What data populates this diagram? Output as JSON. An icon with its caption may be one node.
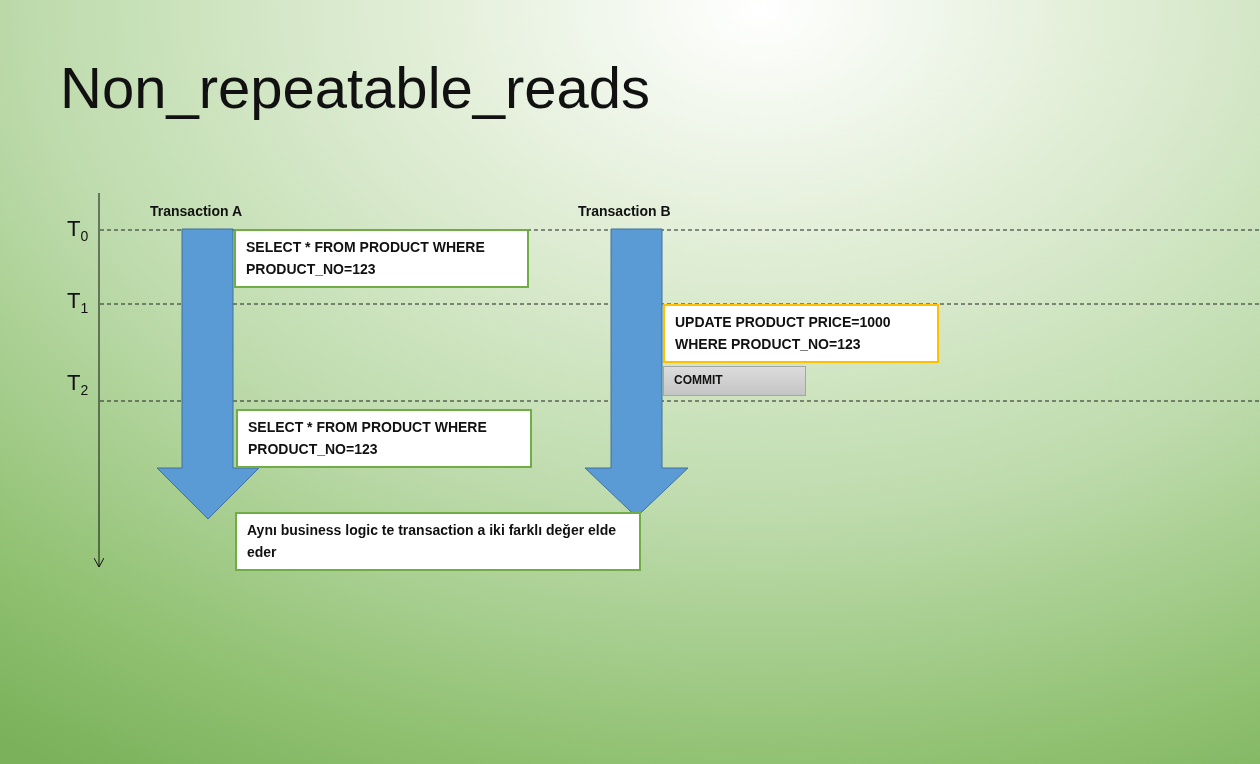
{
  "diagram": {
    "title": "Non_repeatable_reads",
    "nodes": [
      {
        "text": [
          "SELECT * FROM PRODUCT WHERE PRODUCT_NO=123"
        ]
      },
      {
        "text": [
          "UPDATE PRODUCT PRICE=1000 WHERE PRODUCT_NO=123"
        ]
      },
      {
        "text": [
          "COMMIT"
        ]
      },
      {
        "text": [
          "SELECT * FROM PRODUCT WHERE PRODUCT_NO=123"
        ]
      },
      {
        "text": [
          "Aynı business logic te transaction a iki farklı değer elde eder"
        ]
      }
    ],
    "labels": [
      "Transaction A",
      "Transaction B",
      "T$_{0}$",
      "T$_{1}$",
      "T$_{2}$"
    ]
  }
}
